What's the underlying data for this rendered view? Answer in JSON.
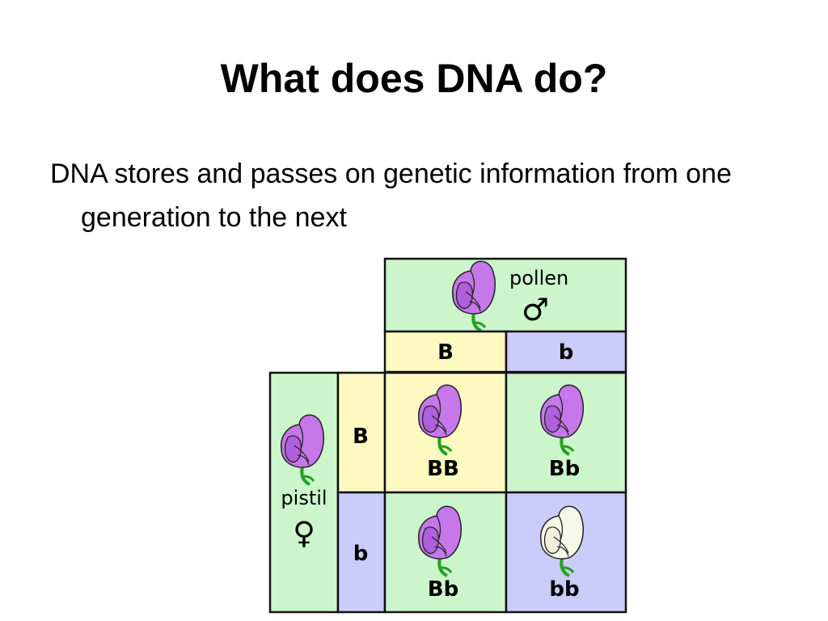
{
  "slide": {
    "title": "What does DNA do?",
    "body": "DNA stores and passes on genetic information from one generation to the next"
  },
  "punnett": {
    "pollen_label": "pollen",
    "pollen_symbol": "♂",
    "pistil_label": "pistil",
    "pistil_symbol": "♀",
    "top_alleles": [
      "B",
      "b"
    ],
    "side_alleles": [
      "B",
      "b"
    ],
    "cells": [
      "BB",
      "Bb",
      "Bb",
      "bb"
    ],
    "colors": {
      "green": "#ccf5cc",
      "yellow": "#fdf9c0",
      "blue": "#ccccfa",
      "purple_flower": "#c678ea",
      "white_flower": "#f6f8ea",
      "stem": "#22a022"
    }
  }
}
